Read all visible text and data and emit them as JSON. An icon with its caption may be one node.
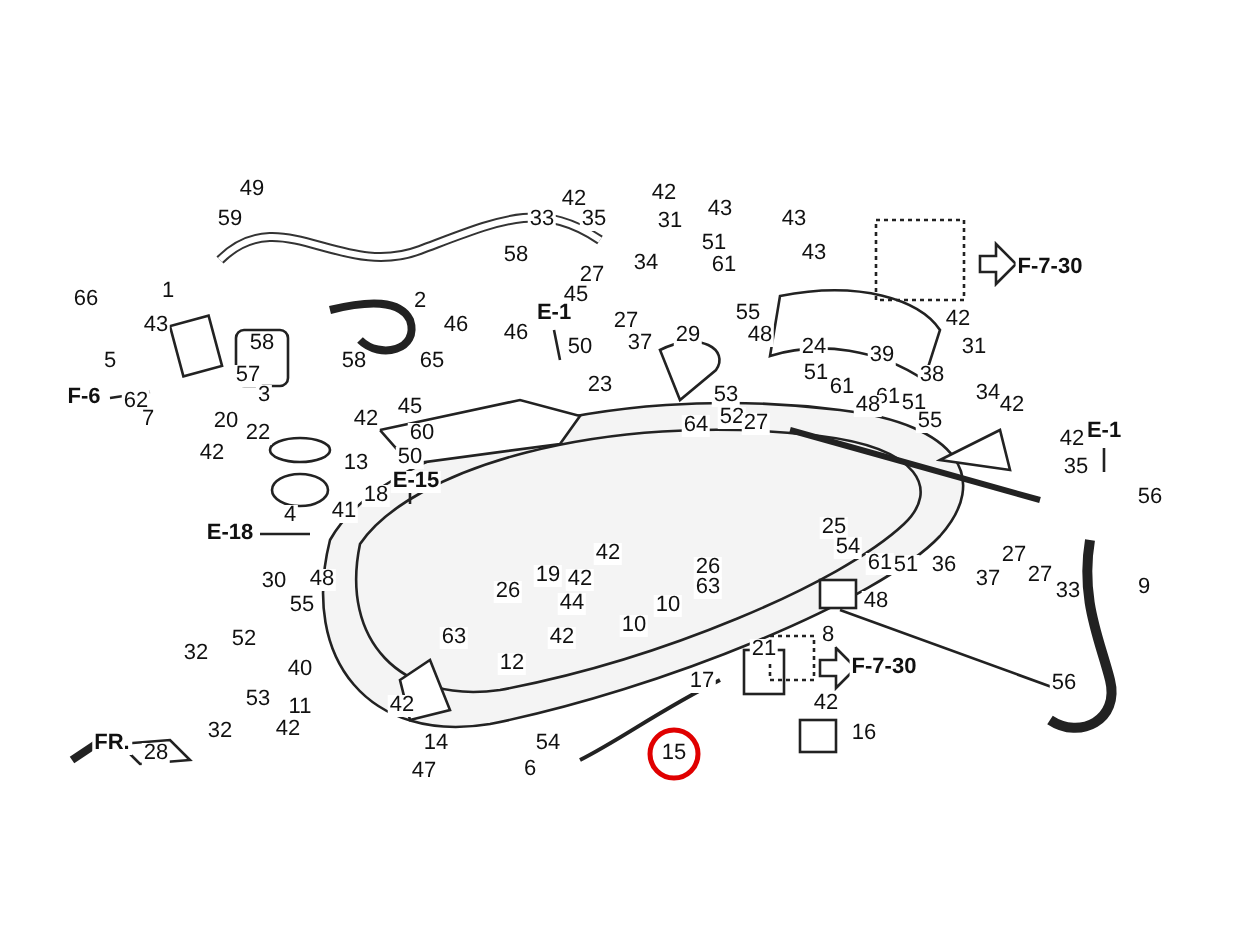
{
  "diagram": {
    "labels": [
      "49",
      "42",
      "42",
      "43",
      "59",
      "33",
      "35",
      "31",
      "43",
      "51",
      "43",
      "58",
      "34",
      "61",
      "F-7-30",
      "27",
      "1",
      "45",
      "66",
      "2",
      "E-1",
      "55",
      "42",
      "27",
      "46",
      "43",
      "46",
      "29",
      "48",
      "58",
      "37",
      "50",
      "24",
      "31",
      "39",
      "5",
      "58",
      "65",
      "51",
      "57",
      "38",
      "23",
      "61",
      "3",
      "53",
      "34",
      "F-6",
      "62",
      "61",
      "51",
      "48",
      "42",
      "45",
      "52",
      "7",
      "42",
      "20",
      "55",
      "27",
      "64",
      "E-1",
      "22",
      "60",
      "42",
      "42",
      "13",
      "50",
      "35",
      "E-15",
      "18",
      "56",
      "41",
      "4",
      "25",
      "E-18",
      "42",
      "54",
      "27",
      "61",
      "51",
      "36",
      "26",
      "19",
      "27",
      "37",
      "42",
      "30",
      "48",
      "63",
      "9",
      "33",
      "26",
      "48",
      "44",
      "55",
      "10",
      "10",
      "8",
      "52",
      "42",
      "63",
      "21",
      "32",
      "12",
      "F-7-30",
      "40",
      "17",
      "56",
      "53",
      "42",
      "42",
      "11",
      "32",
      "42",
      "16",
      "14",
      "54",
      "FR.",
      "15",
      "28",
      "6",
      "47"
    ]
  }
}
